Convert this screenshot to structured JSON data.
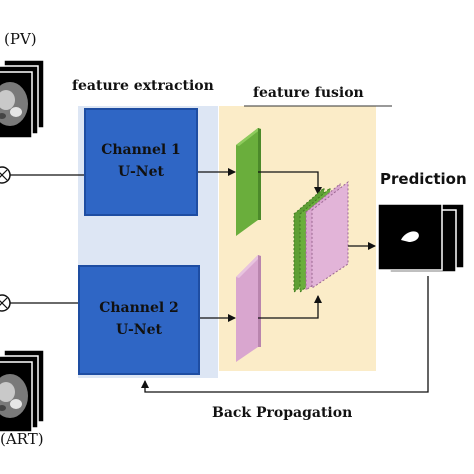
{
  "labels": {
    "input_top": "(PV)",
    "input_bottom": "(ART)",
    "feature_extraction": "feature extraction",
    "feature_fusion": "feature fusion",
    "prediction": "Prediction",
    "back_propagation": "Back Propagation"
  },
  "channel1": {
    "line1": "Channel 1",
    "line2": "U-Net"
  },
  "channel2": {
    "line1": "Channel 2",
    "line2": "U-Net"
  },
  "colors": {
    "unet_fill": "#2f66c5",
    "extraction_panel": "#dde6f4",
    "fusion_panel": "#fbecc8",
    "feature_green": "#6aae3c",
    "feature_pink": "#d9a6cf"
  }
}
